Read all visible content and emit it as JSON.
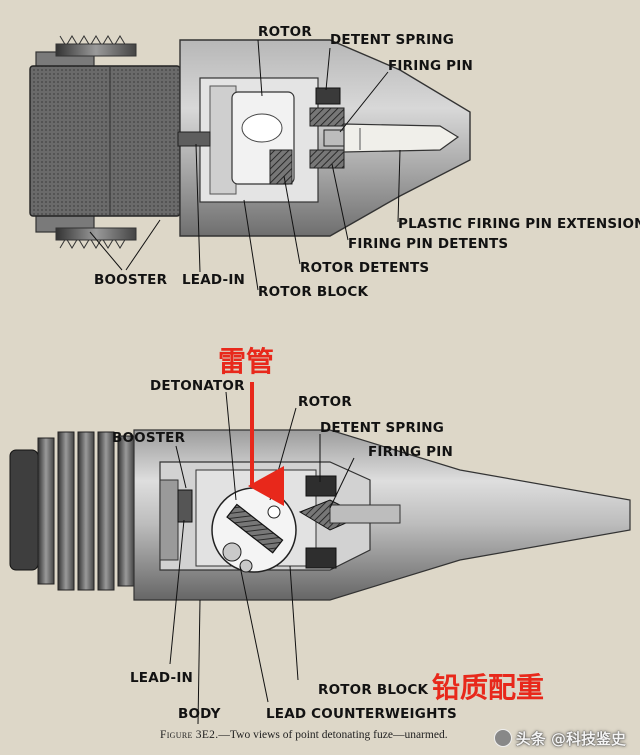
{
  "top_diagram": {
    "labels": {
      "rotor": "ROTOR",
      "detent_spring": "DETENT SPRING",
      "firing_pin": "FIRING PIN",
      "plastic_extension": "PLASTIC FIRING PIN EXTENSION",
      "firing_pin_detents": "FIRING PIN DETENTS",
      "rotor_detents": "ROTOR DETENTS",
      "rotor_block": "ROTOR BLOCK",
      "booster": "BOOSTER",
      "lead_in": "LEAD-IN"
    }
  },
  "bottom_diagram": {
    "labels": {
      "detonator": "DETONATOR",
      "rotor": "ROTOR",
      "booster": "BOOSTER",
      "detent_spring": "DETENT SPRING",
      "firing_pin": "FIRING PIN",
      "lead_in": "LEAD-IN",
      "rotor_block": "ROTOR BLOCK",
      "lead_counterweights": "LEAD COUNTERWEIGHTS",
      "body": "BODY"
    }
  },
  "annotations": {
    "detonator_cn": "雷管",
    "counterweight_cn": "铅质配重",
    "arrow_color": "#e8281b"
  },
  "caption": {
    "figure": "Figure 3E2.",
    "text": "—Two views of point detonating fuze—unarmed."
  },
  "watermark": {
    "text": "头条 @科技鉴史"
  },
  "colors": {
    "paper": "#ddd7c8",
    "metal_dark": "#5a5a5a",
    "metal_mid": "#8f8f8f",
    "metal_light": "#c8c8c8",
    "highlight": "#eeeeee",
    "ink": "#121212"
  }
}
